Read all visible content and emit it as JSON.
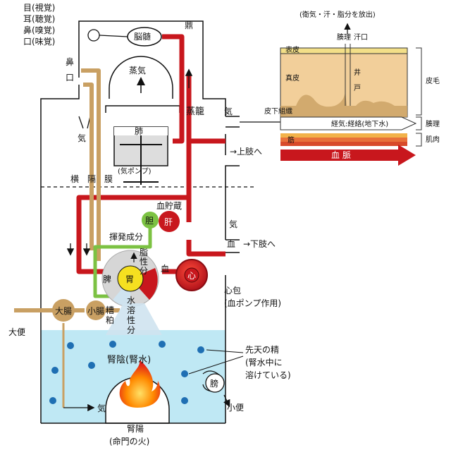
{
  "senses": {
    "eye": "目(視覚)",
    "ear": "耳(聴覚)",
    "nose": "鼻(嗅覚)",
    "mouth": "口(味覚)"
  },
  "labels": {
    "nose": "鼻",
    "mouth": "口",
    "brain": "脳髄",
    "ding": "鼎",
    "steam": "蒸気",
    "steamer": "蒸籠",
    "qi_out": "気",
    "qi_left": "気",
    "lung": "肺",
    "qi_pump": "(気ポンプ)",
    "diaphragm_1": "横",
    "diaphragm_2": "隔",
    "diaphragm_3": "膜",
    "blood_storage": "血貯蔵",
    "gallbladder": "胆",
    "liver": "肝",
    "volatile": "揮発成分",
    "fat_1": "脂",
    "fat_2": "性",
    "fat_3": "分",
    "spleen": "脾",
    "stomach": "胃",
    "blood_in": "血",
    "heart": "心",
    "pericardium": "心包",
    "blood_pump": "(血ポンプ作用)",
    "water_1": "水",
    "water_2": "溶",
    "water_3": "性",
    "water_4": "分",
    "large_intestine": "大腸",
    "small_intestine": "小腸",
    "waste_1": "糟",
    "waste_2": "粕",
    "stool": "大便",
    "kidney_yin": "腎陰(腎水)",
    "innate_essence_1": "先天の精",
    "innate_essence_2": "(腎水中に",
    "innate_essence_3": "溶けている)",
    "bladder": "膀",
    "urine": "小便",
    "qi_bottom": "気",
    "kidney_yang_1": "腎陽",
    "kidney_yang_2": "(命門の火)",
    "upper_limb": "→上肢へ",
    "lower_limb": "→下肢へ",
    "blood_right": "血",
    "qi_right": "気"
  },
  "skin": {
    "top_note": "(衛気・汗・脂分を放出)",
    "cou_top": "腠理",
    "sweat_pore": "汗口",
    "epidermis": "表皮",
    "dermis": "真皮",
    "well_1": "井",
    "well_2": "戸",
    "subcutis": "皮下組織",
    "meridian": "経気:経絡(地下水)",
    "muscle": "筋",
    "blood_vessel": "血 脈",
    "right_skin": "皮毛",
    "right_cou": "腠理",
    "right_muscle": "肌肉"
  },
  "colors": {
    "blood_red": "#c8171d",
    "fluid_tan": "#c9a063",
    "green": "#7cc243",
    "water_blue": "#bfe8f4",
    "skin_yellow": "#f3df88",
    "skin_tan": "#f2cf9a"
  }
}
